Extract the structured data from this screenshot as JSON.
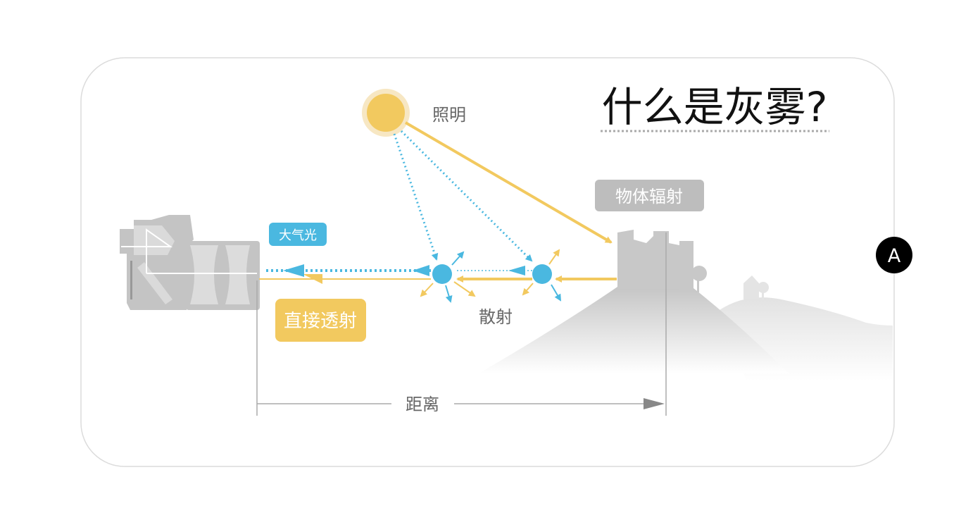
{
  "title": "什么是灰雾?",
  "labels": {
    "illumination": "照明",
    "object_radiance": "物体辐射",
    "airlight": "大气光",
    "direct_transmission": "直接透射",
    "scattering": "散射",
    "distance": "距离"
  },
  "badge": "A",
  "colors": {
    "sun": "#f2c95f",
    "sun_halo": "#f7e7c3",
    "particle": "#4ab8e0",
    "gray_label": "#bdbdbd",
    "text_gray": "#666666"
  }
}
